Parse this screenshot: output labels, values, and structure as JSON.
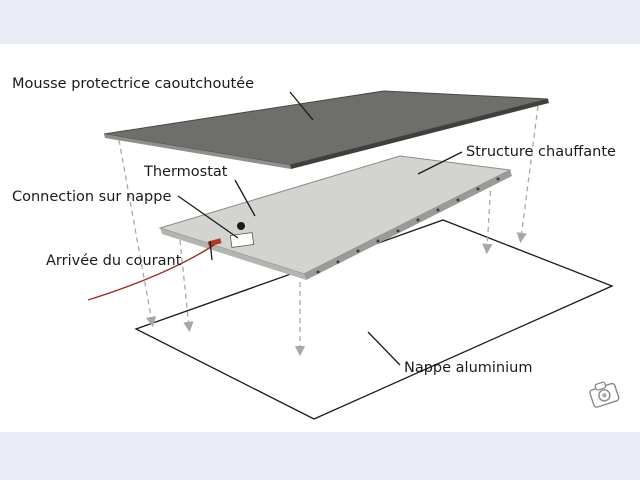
{
  "diagram": {
    "labels": {
      "mousse": "Mousse protectrice caoutchoutée",
      "structure": "Structure chauffante",
      "thermostat": "Thermostat",
      "connection": "Connection sur nappe",
      "arrivee": "Arrivée du courant",
      "nappe": "Nappe aluminium"
    }
  },
  "colors": {
    "page_bar": "#e9ecf4",
    "canvas": "#ffffff",
    "foam_layer": "#6e6e6a",
    "heating_layer": "#d3d3cf",
    "wire": "#9a3322"
  },
  "icons": {
    "watermark": "camera-icon"
  }
}
